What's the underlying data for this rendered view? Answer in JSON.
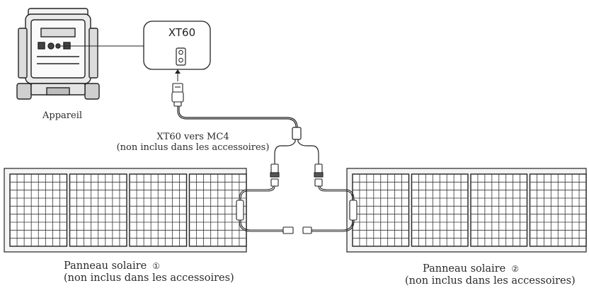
{
  "device": {
    "label": "Appareil"
  },
  "port_callout": {
    "label": "XT60"
  },
  "cable": {
    "line1": "XT60 vers MC4",
    "line2": "(non inclus dans les accessoires)"
  },
  "panel_1": {
    "name": "Panneau solaire",
    "number": "①",
    "note": "(non inclus dans les accessoires)"
  },
  "panel_2": {
    "name": "Panneau solaire",
    "number": "②",
    "note": "(non inclus dans les accessoires)"
  }
}
